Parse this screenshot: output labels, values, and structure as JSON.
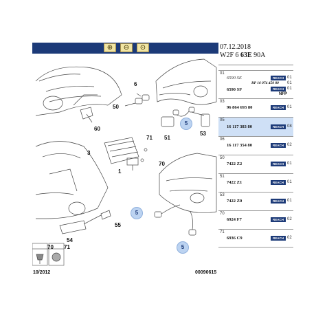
{
  "toolbar": {
    "zoom_in_icon": "magnifier-plus-icon",
    "zoom_out_icon": "magnifier-minus-icon",
    "zoom_fit_icon": "magnifier-fit-icon"
  },
  "header": {
    "date": "07.12.2018",
    "code_prefix": "W2F 6 ",
    "code_bold": "63E",
    "code_suffix": " 90A"
  },
  "diagram": {
    "callouts": [
      "6",
      "50",
      "60",
      "51",
      "53",
      "71",
      "3",
      "70",
      "1",
      "55",
      "54",
      "70",
      "71"
    ],
    "bubbles": [
      "5",
      "5",
      "5"
    ],
    "date_footer": "10/2012",
    "code_footer": "00090615"
  },
  "colors": {
    "toolbar": "#1c3a78",
    "reach_badge": "#1c3a78",
    "highlight_row": "#cfe0f6",
    "bubble": "#bcd3f1"
  },
  "parts": [
    {
      "num": "01",
      "part": "6590 SE",
      "italic": true,
      "qty": "01",
      "extra": "RP 16 074 450 80",
      "extra_qty": "01"
    },
    {
      "num": "",
      "part": "6590 SF",
      "italic": false,
      "qty": "01",
      "note": "NFP"
    },
    {
      "num": "03",
      "part": "96 864 693 80",
      "italic": false,
      "qty": "01"
    },
    {
      "num": "05",
      "part": "16 117 383 80",
      "italic": false,
      "qty": "08",
      "selected": true
    },
    {
      "num": "06",
      "part": "16 117 354 80",
      "italic": false,
      "qty": "02"
    },
    {
      "num": "50",
      "part": "7422 Z2",
      "italic": false,
      "qty": "01"
    },
    {
      "num": "51",
      "part": "7422 Z1",
      "italic": false,
      "qty": "01"
    },
    {
      "num": "53",
      "part": "7422 Z0",
      "italic": false,
      "qty": "01"
    },
    {
      "num": "70",
      "part": "6924 F7",
      "italic": false,
      "qty": "02"
    },
    {
      "num": "71",
      "part": "6936 C9",
      "italic": false,
      "qty": "02"
    }
  ],
  "reach_label": "REACH"
}
